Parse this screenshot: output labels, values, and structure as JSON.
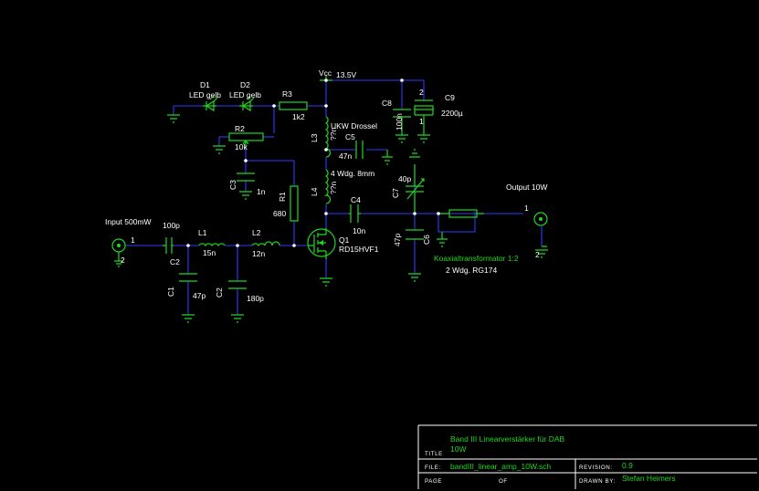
{
  "title_block": {
    "title_label": "TITLE",
    "title_line1": "Band III Linearverstärker für DAB",
    "title_line2": "10W",
    "file_label": "FILE:",
    "file_value": "bandIII_linear_amp_10W.sch",
    "page_label": "PAGE",
    "of_label": "OF",
    "revision_label": "REVISION:",
    "revision_value": "0.9",
    "drawn_by_label": "DRAWN BY:",
    "drawn_by_value": "Stefan Heimers"
  },
  "labels": {
    "input": "Input 500mW",
    "output": "Output 10W",
    "vcc": "Vcc",
    "vcc_value": "13.5V",
    "d1": "D1",
    "d1_value": "LED gelb",
    "d2": "D2",
    "d2_value": "LED gelb",
    "r3": "R3",
    "r3_value": "1k2",
    "r2": "R2",
    "r2_value": "10k",
    "r1": "R1",
    "r1_value": "680",
    "c3": "C3",
    "c3_value": "1n",
    "c8": "C8",
    "c8_value": "100n",
    "c9": "C9",
    "c9_value": "2200µ",
    "l3": "L3",
    "l3_value": "??n",
    "l3_note": "UKW Drossel",
    "c5": "C5",
    "c5_value": "47n",
    "l4": "L4",
    "l4_value": "??n",
    "l4_note": "4 Wdg. 8mm",
    "c4": "C4",
    "c4_value": "10n",
    "c7": "C7",
    "c7_value": "40p",
    "c6": "C6",
    "c6_value": "47p",
    "q1": "Q1",
    "q1_value": "RD15HVF1",
    "c2_in": "C2",
    "c2_in_value": "100p",
    "l1": "L1",
    "l1_value": "15n",
    "l2": "L2",
    "l2_value": "12n",
    "c1": "C1",
    "c1_value": "47p",
    "c2": "C2",
    "c2_value": "180p",
    "transformer": "Koaxialtransformator 1:2",
    "transformer_note": "2 Wdg. RG174",
    "pin1_in": "1",
    "pin2_in": "2",
    "pin1_out": "1",
    "pin2_out": "2",
    "c9_pin1": "1",
    "c9_pin2": "2"
  },
  "colors": {
    "background": "#000000",
    "component": "#1fd81f",
    "wire": "#2f3cff",
    "text": "#ffffff"
  }
}
